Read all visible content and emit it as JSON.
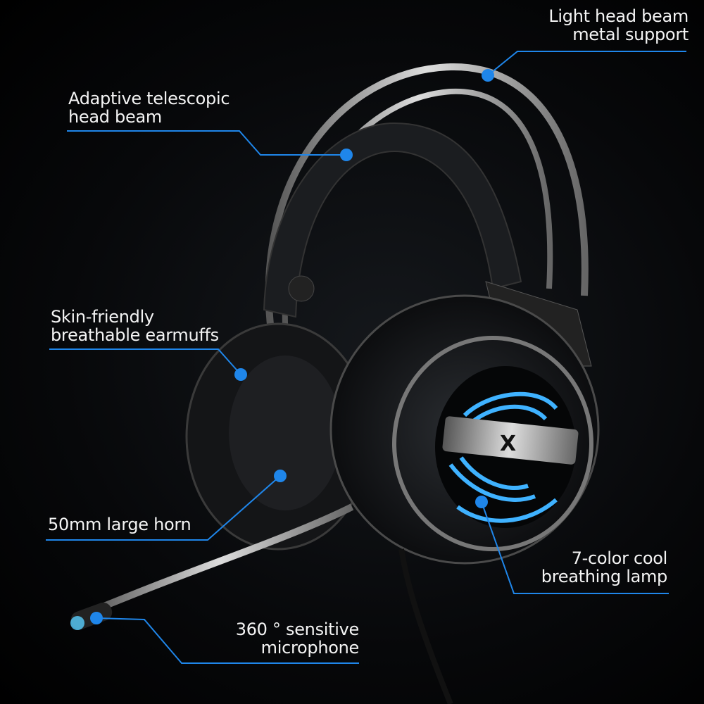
{
  "accent_color": "#1f86ea",
  "callouts": [
    {
      "id": "headbeam-support",
      "line1": "Light head beam",
      "line2": "metal support"
    },
    {
      "id": "telescopic",
      "line1": "Adaptive telescopic",
      "line2": "head beam"
    },
    {
      "id": "earmuffs",
      "line1": "Skin-friendly",
      "line2": "breathable earmuffs"
    },
    {
      "id": "horn",
      "line1": "50mm large horn",
      "line2": ""
    },
    {
      "id": "lamp",
      "line1": "7-color cool",
      "line2": "breathing lamp"
    },
    {
      "id": "microphone",
      "line1": "360 ° sensitive",
      "line2": "microphone"
    }
  ],
  "product": {
    "logo": "X",
    "type": "gaming headset"
  }
}
